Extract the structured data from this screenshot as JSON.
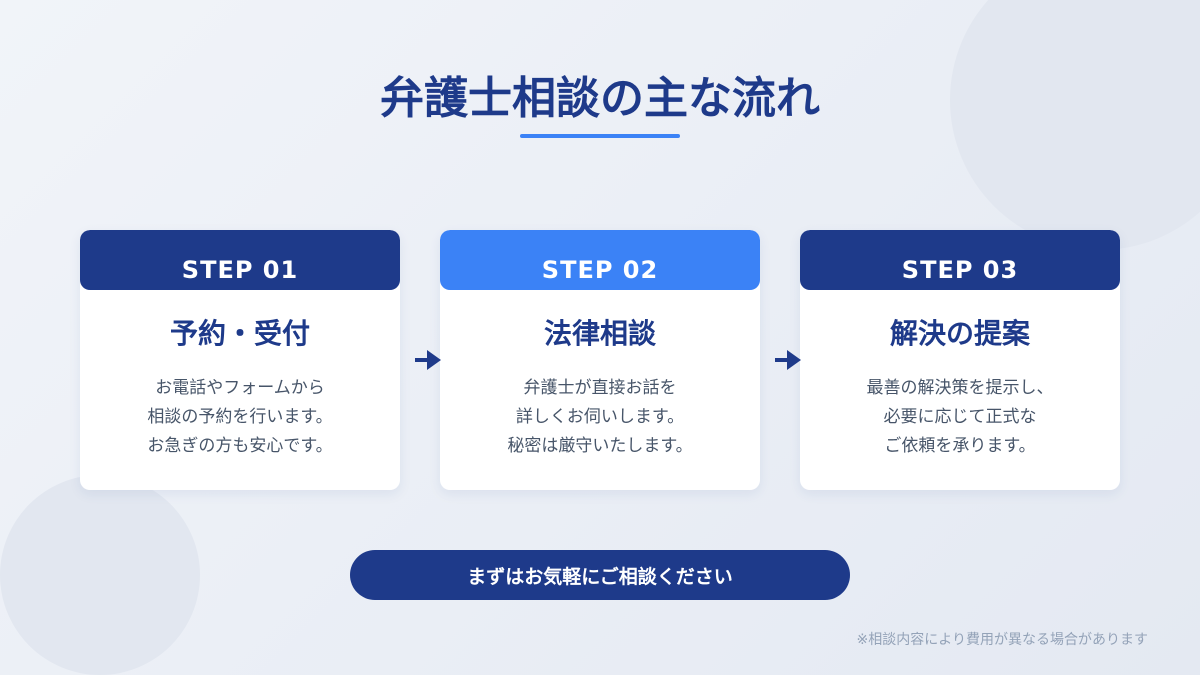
{
  "title": "弁護士相談の主な流れ",
  "steps": [
    {
      "label": "STEP 01",
      "title": "予約・受付",
      "lines": [
        "お電話やフォームから",
        "相談の予約を行います。",
        "お急ぎの方も安心です。"
      ]
    },
    {
      "label": "STEP 02",
      "title": "法律相談",
      "lines": [
        "弁護士が直接お話を",
        "詳しくお伺いします。",
        "秘密は厳守いたします。"
      ]
    },
    {
      "label": "STEP 03",
      "title": "解決の提案",
      "lines": [
        "最善の解決策を提示し、",
        "必要に応じて正式な",
        "ご依頼を承ります。"
      ]
    }
  ],
  "cta": "まずはお気軽にご相談ください",
  "note": "※相談内容により費用が異なる場合があります",
  "colors": {
    "primary": "#1e3a8a",
    "accent": "#3b82f6"
  }
}
